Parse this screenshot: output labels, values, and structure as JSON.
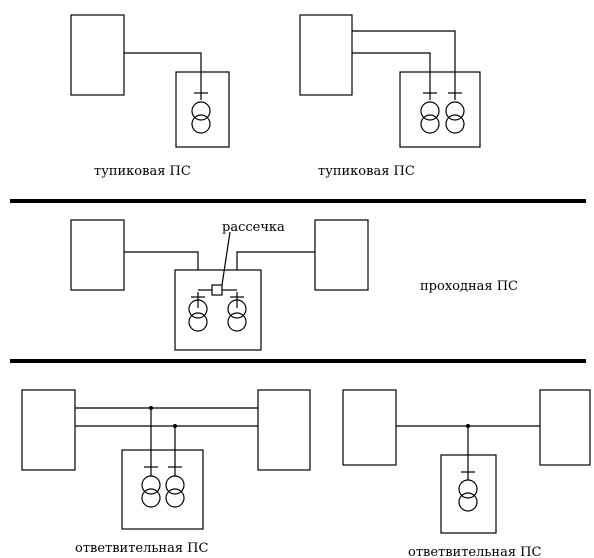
{
  "labels": {
    "dead_end_1": "тупиковая ПС",
    "dead_end_2": "тупиковая ПС",
    "section_break": "рассечка",
    "pass_through": "проходная ПС",
    "tap_1": "ответвительная ПС",
    "tap_2": "ответвительная ПС"
  }
}
